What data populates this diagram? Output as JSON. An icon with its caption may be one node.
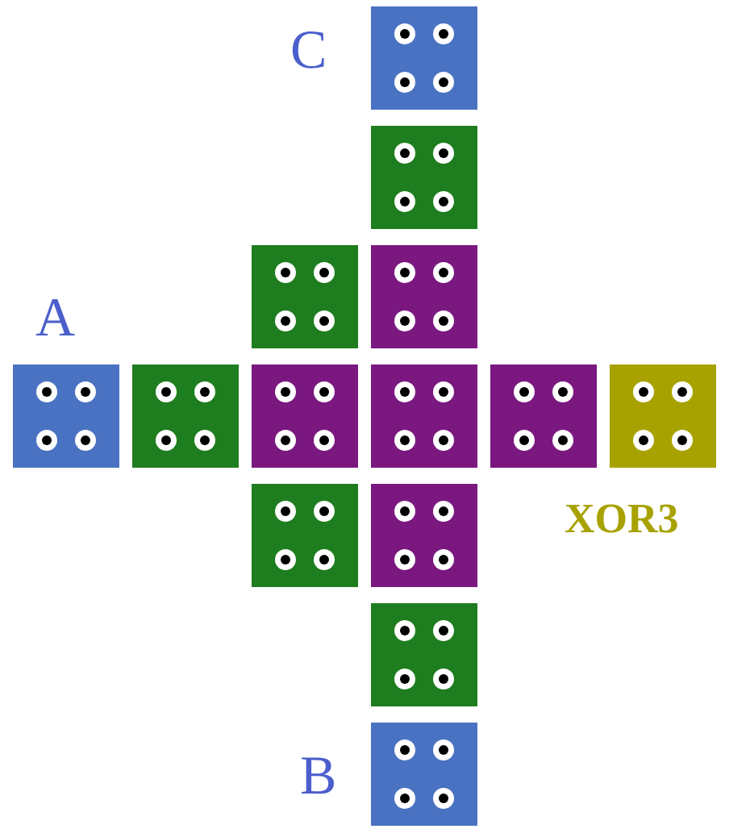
{
  "diagram": {
    "nodes": [
      {
        "text": [],
        "shape": "box",
        "beside": [
          "C"
        ]
      },
      {
        "text": [],
        "shape": "box"
      },
      {
        "text": [],
        "shape": "box"
      },
      {
        "text": [],
        "shape": "box"
      },
      {
        "text": [],
        "shape": "box",
        "beside": [
          "A"
        ]
      },
      {
        "text": [],
        "shape": "box"
      },
      {
        "text": [],
        "shape": "box"
      },
      {
        "text": [],
        "shape": "box"
      },
      {
        "text": [],
        "shape": "box"
      },
      {
        "text": [],
        "shape": "box",
        "beside": [
          "XOR3"
        ]
      },
      {
        "text": [],
        "shape": "box"
      },
      {
        "text": [],
        "shape": "box"
      },
      {
        "text": [],
        "shape": "box"
      },
      {
        "text": [],
        "shape": "box",
        "beside": [
          "B"
        ]
      }
    ]
  }
}
